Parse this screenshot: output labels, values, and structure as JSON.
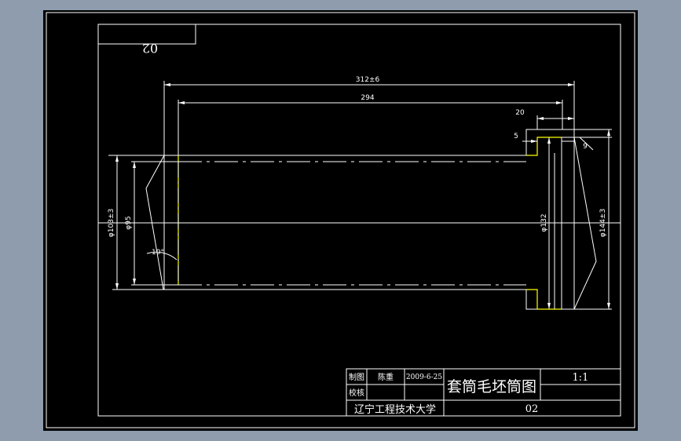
{
  "drawing": {
    "part_number_mirrored": "02",
    "dimensions": {
      "overall_length": "312±6",
      "inner_length": "294",
      "flange_width": "20",
      "step": "5",
      "flange_thickness": "9",
      "outer_diameter": "φ103±3",
      "inner_diameter": "φ95",
      "bore_diameter": "φ132",
      "flange_diameter": "φ144±3",
      "angle": "10°"
    }
  },
  "title_block": {
    "drawn_label": "制图",
    "drawn_by": "陈重",
    "date": "2009-6-25",
    "checked_label": "校核",
    "title": "套筒毛坯筒图",
    "scale": "1:1",
    "institution": "辽宁工程技术大学",
    "drawing_number": "02"
  },
  "colors": {
    "background": "#8e9cae",
    "sheet": "#000000",
    "line": "#ffffff",
    "highlight": "#ffff00"
  }
}
